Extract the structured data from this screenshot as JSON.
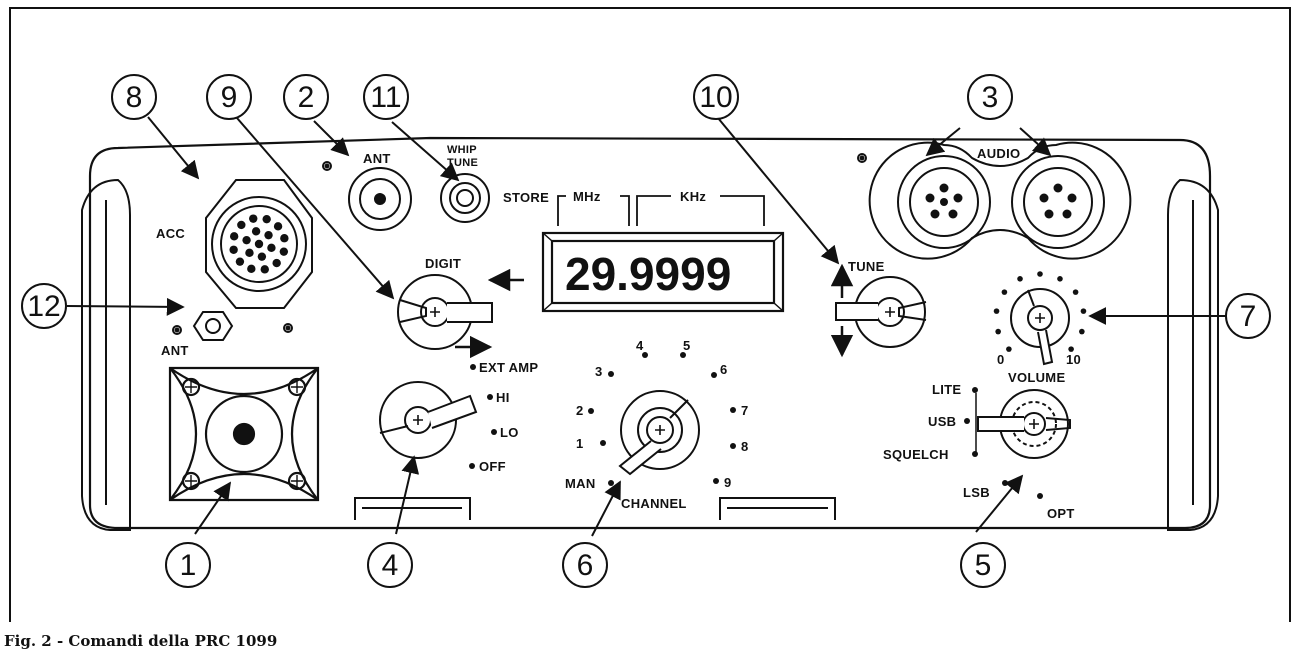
{
  "figure": {
    "caption": "Fig. 2 - Comandi della PRC 1099",
    "display_value": "29.9999"
  },
  "callouts": [
    "1",
    "2",
    "3",
    "4",
    "5",
    "6",
    "7",
    "8",
    "9",
    "10",
    "11",
    "12"
  ],
  "labels": {
    "acc": "ACC",
    "ant_top": "ANT",
    "ant_left": "ANT",
    "whip_tune_1": "WHIP",
    "whip_tune_2": "TUNE",
    "store": "STORE",
    "mhz": "MHz",
    "khz": "KHz",
    "digit": "DIGIT",
    "tune": "TUNE",
    "audio": "AUDIO",
    "ext_amp": "EXT AMP",
    "hi": "HI",
    "lo": "LO",
    "off": "OFF",
    "man": "MAN",
    "channel": "CHANNEL",
    "volume": "VOLUME",
    "vol_min": "0",
    "vol_max": "10",
    "lite": "LITE",
    "usb": "USB",
    "squelch": "SQUELCH",
    "lsb": "LSB",
    "opt": "OPT"
  },
  "channel_numbers": [
    "1",
    "2",
    "3",
    "4",
    "5",
    "6",
    "7",
    "8",
    "9"
  ]
}
